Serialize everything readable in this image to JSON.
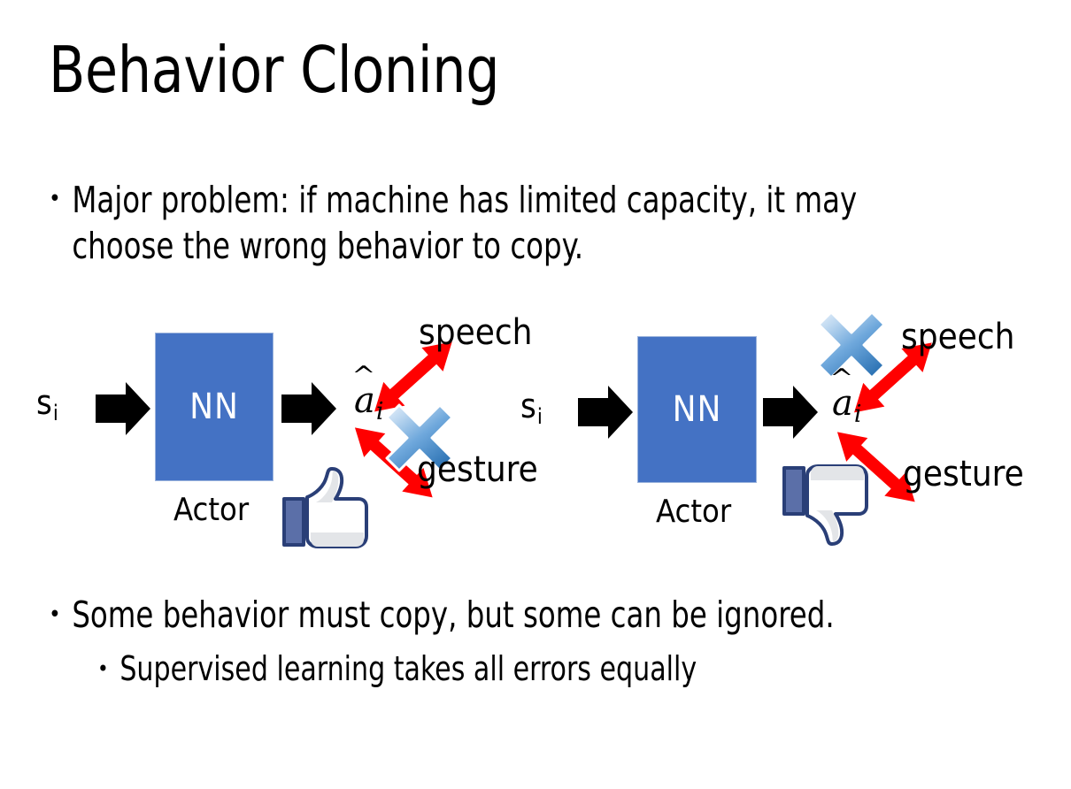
{
  "slide": {
    "title": "Behavior Cloning",
    "background_color": "#FFFFFF",
    "text_color": "#000000"
  },
  "bullets": [
    {
      "level": 1,
      "marker": "•",
      "text": "Major problem: if machine has limited capacity, it may choose the wrong behavior to copy."
    },
    {
      "level": 1,
      "marker": "•",
      "text": "Some behavior must copy, but some can be ignored."
    },
    {
      "level": 2,
      "marker": "•",
      "text": "Supervised learning takes all errors equally"
    }
  ],
  "diagrams": [
    {
      "id": "left",
      "state_label": "s",
      "state_subscript": "i",
      "box_label": "NN",
      "box_caption": "Actor",
      "box_color": "#4472C4",
      "box_border_color": "#9BB3DC",
      "action_label": "a",
      "action_subscript": "i",
      "action_has_hat": true,
      "outputs": [
        {
          "name": "speech",
          "arrow_color": "#FF0000",
          "crossed_out": false
        },
        {
          "name": "gesture",
          "arrow_color": "#FF0000",
          "crossed_out": true
        }
      ],
      "feedback_icon": "thumbs-up-icon",
      "feedback_icon_color": "#3B5998"
    },
    {
      "id": "right",
      "state_label": "s",
      "state_subscript": "i",
      "box_label": "NN",
      "box_caption": "Actor",
      "box_color": "#4472C4",
      "box_border_color": "#9BB3DC",
      "action_label": "a",
      "action_subscript": "i",
      "action_has_hat": true,
      "outputs": [
        {
          "name": "speech",
          "arrow_color": "#FF0000",
          "crossed_out": true
        },
        {
          "name": "gesture",
          "arrow_color": "#FF0000",
          "crossed_out": false
        }
      ],
      "feedback_icon": "thumbs-down-icon",
      "feedback_icon_color": "#3B5998"
    }
  ],
  "colors": {
    "nn_blue": "#4472C4",
    "arrow_red": "#FF0000",
    "cross_blue": "#4A90D9",
    "icon_navy": "#3B5998",
    "black": "#000000"
  }
}
